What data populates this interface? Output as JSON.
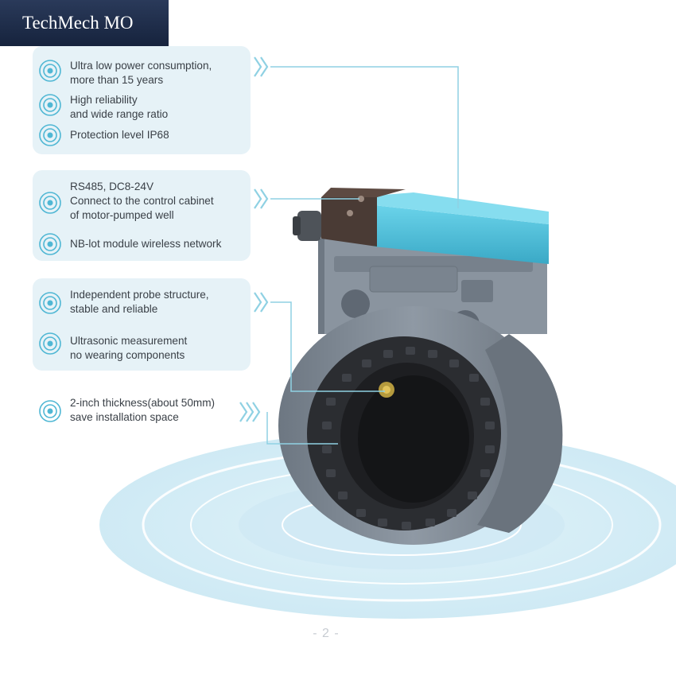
{
  "watermark": "TechMech MO",
  "panels": [
    {
      "features": [
        {
          "icon": "target-icon",
          "lines": [
            "Ultra low power consumption,",
            "more than 15 years"
          ]
        },
        {
          "icon": "target-icon",
          "lines": [
            "High reliability",
            "and wide range ratio"
          ]
        },
        {
          "icon": "target-icon",
          "lines": [
            "Protection level IP68"
          ]
        }
      ]
    },
    {
      "features": [
        {
          "icon": "target-icon",
          "lines": [
            "RS485, DC8-24V",
            "Connect to the control cabinet",
            "of motor-pumped well"
          ]
        },
        {
          "icon": "target-icon",
          "lines": [
            "NB-lot module wireless network"
          ]
        }
      ]
    },
    {
      "features": [
        {
          "icon": "target-icon",
          "lines": [
            "Independent probe structure,",
            "stable and reliable"
          ]
        },
        {
          "icon": "target-icon",
          "lines": [
            "Ultrasonic measurement",
            "no wearing components"
          ]
        }
      ]
    },
    {
      "features": [
        {
          "icon": "target-icon",
          "lines": [
            "2-inch thickness(about 50mm)",
            "save installation space"
          ]
        }
      ]
    }
  ],
  "page_number": "- 2 -",
  "colors": {
    "panel_bg": "#e6f2f7",
    "accent": "#4fb7d4",
    "leader": "#8fd1e3",
    "meter_body": "#7f8a95",
    "meter_lid": "#4ec0da",
    "meter_cap": "#4a3b35",
    "watermark_bg": "#1b2a47"
  }
}
